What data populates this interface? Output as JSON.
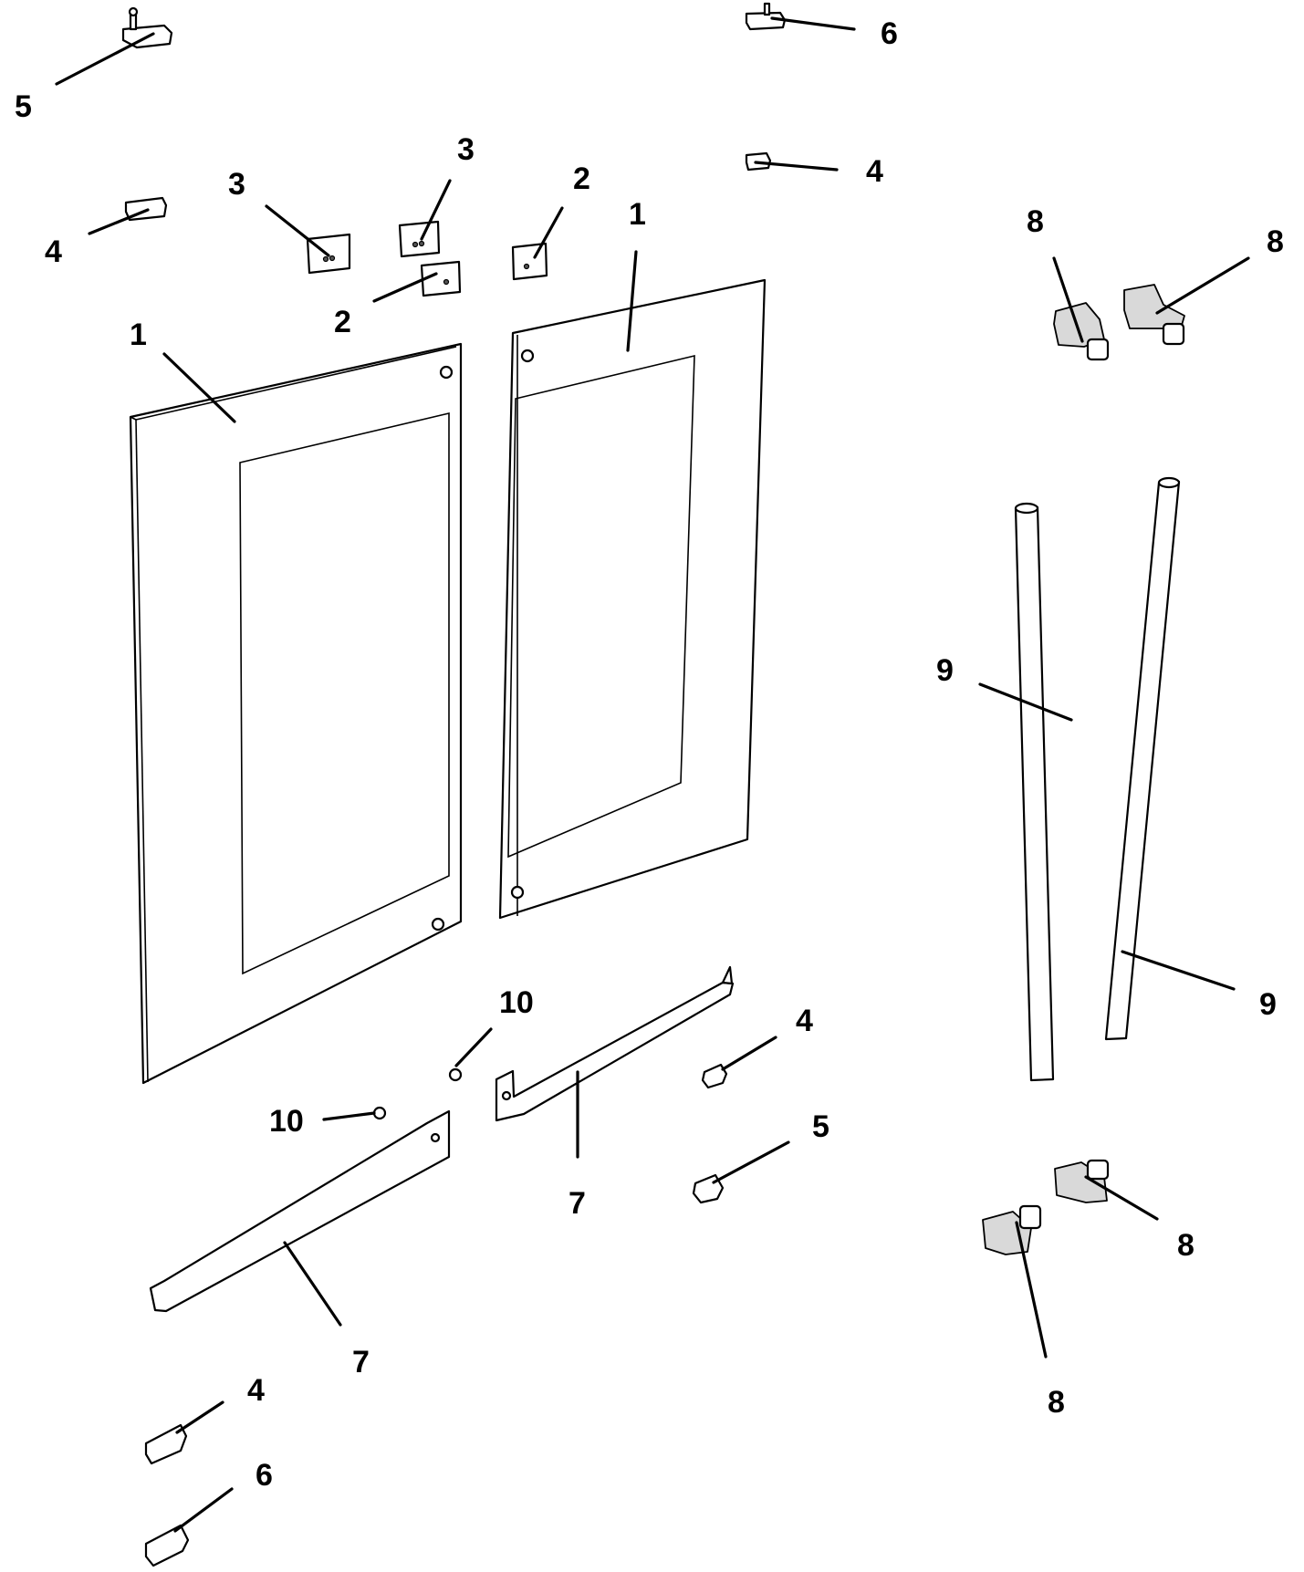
{
  "diagram": {
    "callouts": [
      {
        "id": "c5a",
        "text": "5"
      },
      {
        "id": "c6a",
        "text": "6"
      },
      {
        "id": "c3a",
        "text": "3"
      },
      {
        "id": "c3b",
        "text": "3"
      },
      {
        "id": "c2a",
        "text": "2"
      },
      {
        "id": "c1a",
        "text": "1"
      },
      {
        "id": "c4a",
        "text": "4"
      },
      {
        "id": "c4b",
        "text": "4"
      },
      {
        "id": "c8a",
        "text": "8"
      },
      {
        "id": "c8b",
        "text": "8"
      },
      {
        "id": "c2b",
        "text": "2"
      },
      {
        "id": "c1b",
        "text": "1"
      },
      {
        "id": "c9a",
        "text": "9"
      },
      {
        "id": "c9b",
        "text": "9"
      },
      {
        "id": "c10a",
        "text": "10"
      },
      {
        "id": "c4c",
        "text": "4"
      },
      {
        "id": "c10b",
        "text": "10"
      },
      {
        "id": "c5b",
        "text": "5"
      },
      {
        "id": "c7a",
        "text": "7"
      },
      {
        "id": "c8c",
        "text": "8"
      },
      {
        "id": "c8d",
        "text": "8"
      },
      {
        "id": "c7b",
        "text": "7"
      },
      {
        "id": "c4d",
        "text": "4"
      },
      {
        "id": "c6b",
        "text": "6"
      }
    ]
  }
}
